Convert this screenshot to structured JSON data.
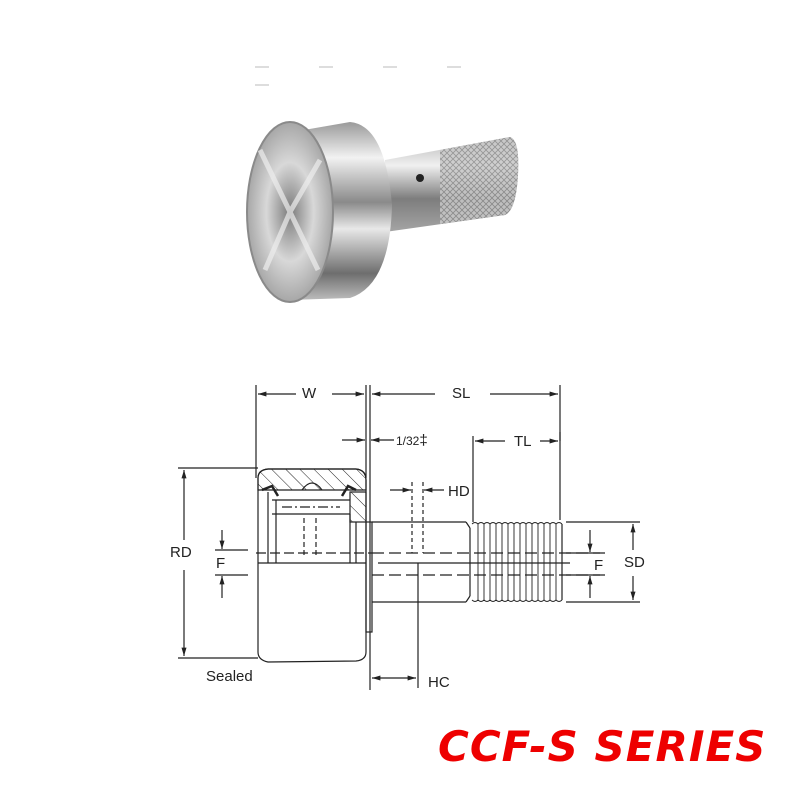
{
  "product": {
    "photo_alt": "Stud type cam follower bearing with hex socket and threaded stud",
    "series_title": "CCF-S  SERIES",
    "title_color": "#ee0000"
  },
  "drawing": {
    "labels": {
      "width": "W",
      "stud_length": "SL",
      "clearance": "1/32",
      "thread_length": "TL",
      "hole_diameter": "HD",
      "roller_diameter": "RD",
      "flat_left": "F",
      "flat_right": "F",
      "stud_diameter": "SD",
      "hole_center": "HC",
      "variant": "Sealed"
    },
    "line_color": "#222222"
  }
}
